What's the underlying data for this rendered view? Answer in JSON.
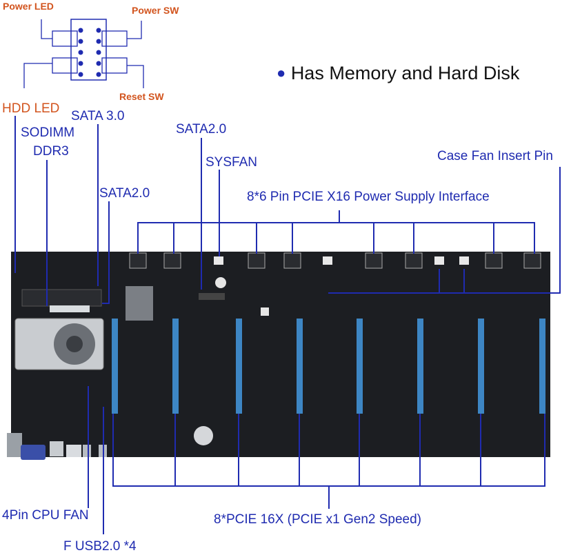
{
  "header": {
    "bullet": "●",
    "title": "Has Memory and Hard Disk"
  },
  "front_panel": {
    "power_led": "Power LED",
    "power_sw": "Power SW",
    "reset_sw": "Reset SW",
    "hdd_led": "HDD LED"
  },
  "labels": {
    "sata3": "SATA 3.0",
    "sodimm": "SODIMM",
    "ddr3": "DDR3",
    "sata2_top": "SATA2.0",
    "sysfan": "SYSFAN",
    "case_fan": "Case Fan Insert Pin",
    "sata2_left": "SATA2.0",
    "pcie_power": "8*6 Pin PCIE X16 Power Supply Interface",
    "cpu_fan": "4Pin CPU FAN",
    "pcie_slots": "8*PCIE 16X (PCIE x1 Gen2 Speed)",
    "usb": "F USB2.0 *4"
  },
  "colors": {
    "label_blue": "#1f2bb0",
    "label_orange": "#d2541e",
    "line_blue": "#1f2bb0",
    "board": "#1c1e22",
    "slot": "#3d86c4"
  }
}
